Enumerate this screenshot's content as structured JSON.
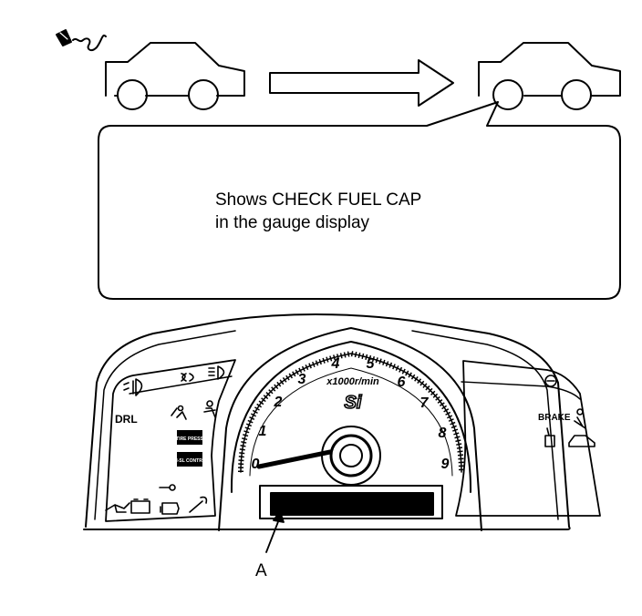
{
  "callout": {
    "line1": "Shows CHECK FUEL CAP",
    "line2": "in the gauge display"
  },
  "label_a": "A",
  "gauge": {
    "ticks": [
      "0",
      "1",
      "2",
      "3",
      "4",
      "5",
      "6",
      "7",
      "8",
      "9"
    ],
    "unit_label": "x1000r/min",
    "badge": "Si"
  },
  "left_panel": {
    "drl": "DRL",
    "btn1": "TIRE PRESS",
    "btn2": "ON-SL CONTROL"
  },
  "right_panel": {
    "brake": "BRAKE"
  },
  "icons": [
    "fuel-cap-icon",
    "car-before-icon",
    "arrow-right-icon",
    "car-after-icon",
    "fog-light-icon",
    "parking-light-icon",
    "headlight-icon",
    "airbag-icon",
    "seatbelt-icon",
    "oil-pressure-icon",
    "battery-icon",
    "check-engine-icon",
    "wrench-icon",
    "key-icon",
    "immobilizer-icon",
    "door-open-icon",
    "trunk-open-icon"
  ]
}
